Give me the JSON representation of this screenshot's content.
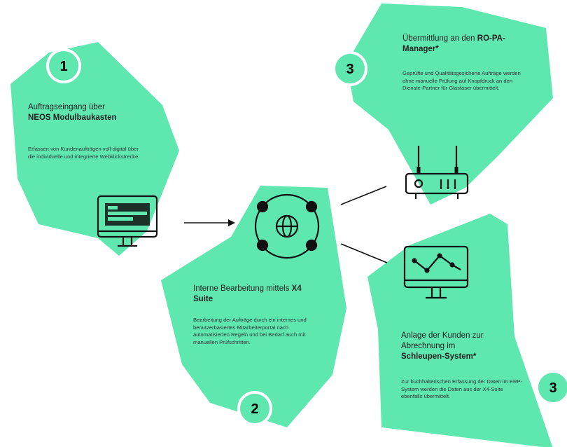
{
  "colors": {
    "accent": "#5ee8b0",
    "line": "#111111",
    "background": "#ffffff"
  },
  "steps": [
    {
      "number": "1",
      "title_plain": "Auftragseingang über",
      "title_bold": "NEOS Modulbaukasten",
      "body": "Erfassen von Kundenaufträ­gen voll-digital über die indivi­duelle und integrierte Web­klickstrecke.",
      "icon": "monitor-form-icon"
    },
    {
      "number": "2",
      "title_plain": "Interne Bearbeitung mittels",
      "title_bold": "X4 Suite",
      "body": "Bearbeitung der Aufträge durch ein internes und benut­zerbasiertes Mitarbeiterportal nach automatisierten Regeln und bei Bedarf auch mit manu­ellen Prüfschritten.",
      "icon": "globe-network-icon"
    },
    {
      "number": "3",
      "title_plain": "Übermittlung an den",
      "title_bold": "RO-PA-Manager*",
      "body": "Geprüfte und Qualitätsgesi­cherte Aufträge werden ohne manuelle Prüfung auf Knopf­druck an den Dienste-Partner für Glasfaser übermittelt.",
      "icon": "router-icon"
    },
    {
      "number": "3",
      "title_plain": "Anlage der Kunden zur Abrechnung im",
      "title_bold": "Schleupen-System*",
      "body": "Zur buchhalterischen Erfas­sung der Daten im ERP-Sys­tem werden die Daten aus der X4-Suite ebenfalls übermittelt.",
      "icon": "monitor-chart-icon"
    }
  ]
}
